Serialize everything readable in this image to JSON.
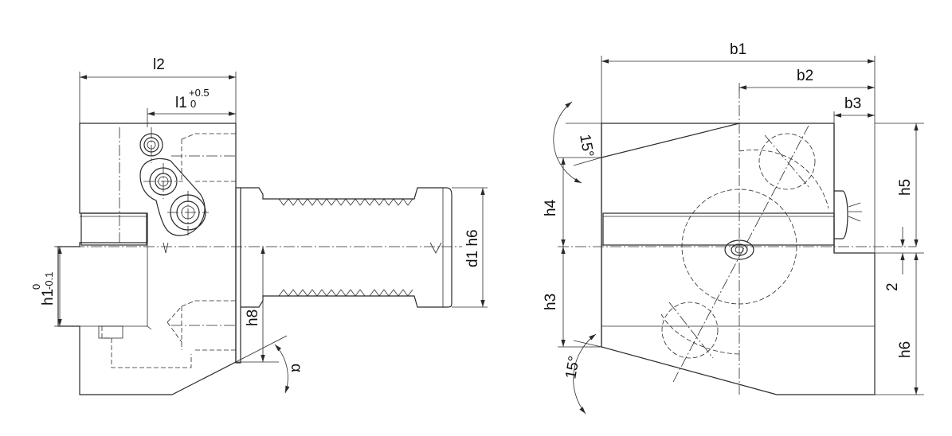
{
  "labels": {
    "l2": "l2",
    "l1": "l1",
    "l1_upper_tol": "+0.5",
    "l1_lower_tol": "0",
    "h1": "h1",
    "h1_upper_tol": "0",
    "h1_lower_tol": "-0.1",
    "h8": "h8",
    "alpha": "α",
    "d1": "d1 h6",
    "b1": "b1",
    "b2": "b2",
    "b3": "b3",
    "h4": "h4",
    "h5": "h5",
    "h3": "h3",
    "h6": "h6",
    "two": "2",
    "angle_top": "15°",
    "angle_bottom": "15°"
  }
}
